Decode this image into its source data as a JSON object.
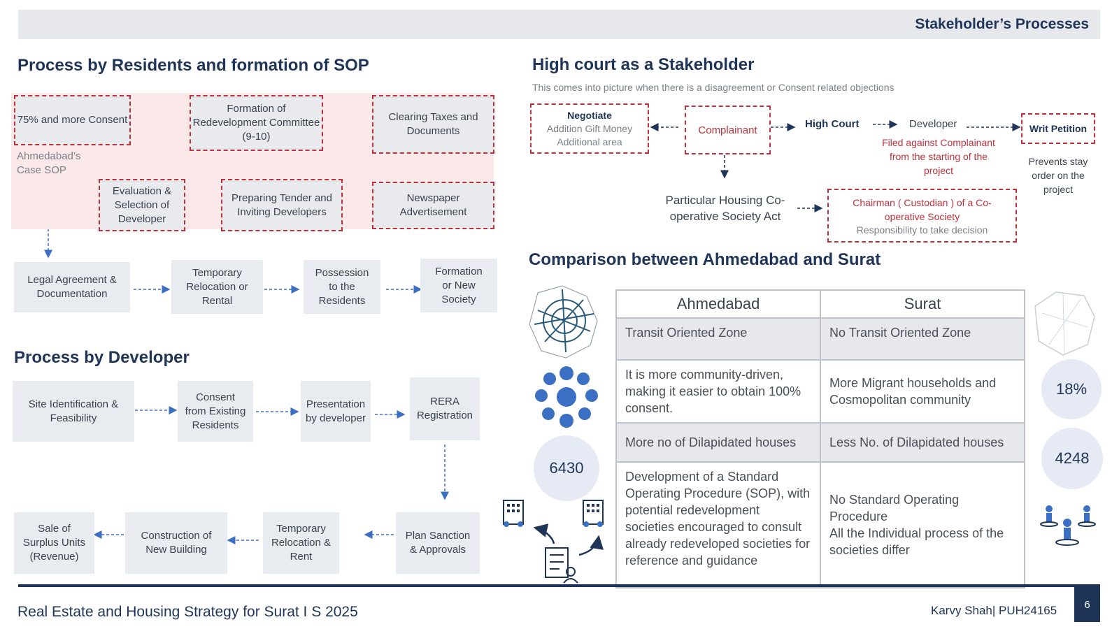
{
  "header": {
    "title": "Stakeholder’s Processes"
  },
  "residents": {
    "title": "Process by Residents and formation of SOP",
    "note": "Ahmedabad’s Case SOP",
    "steps": [
      "75% and more Consent",
      "Formation of Redevelopment Committee (9-10)",
      "Clearing Taxes and Documents",
      "Newspaper Advertisement",
      "Preparing Tender and Inviting Developers",
      "Evaluation & Selection of Developer",
      "Legal Agreement & Documentation",
      "Temporary Relocation or Rental",
      "Possession to the Residents",
      "Formation or New Society"
    ]
  },
  "developer": {
    "title": "Process by Developer",
    "steps": [
      "Site Identification & Feasibility",
      "Consent from Existing Residents",
      "Presentation by developer",
      "RERA Registration",
      "Plan Sanction & Approvals",
      "Temporary Relocation & Rent",
      "Construction of New Building",
      "Sale of Surplus Units (Revenue)"
    ]
  },
  "court": {
    "title": "High court as a Stakeholder",
    "subtitle": "This comes into picture when there is a disagreement or Consent related objections",
    "negotiate": {
      "title": "Negotiate",
      "line1": "Addition Gift Money",
      "line2": "Additional area"
    },
    "complainant": "Complainant",
    "high_court": "High Court",
    "developer": "Developer",
    "developer_note": "Filed against Complainant from the starting of the project",
    "writ": "Writ Petition",
    "writ_note": "Prevents stay order on the project",
    "act": "Particular Housing Co-operative Society Act",
    "chairman": "Chairman ( Custodian ) of a Co-operative Society",
    "chairman_note": "Responsibility to take decision"
  },
  "comparison": {
    "title": "Comparison between Ahmedabad and Surat",
    "headers": [
      "Ahmedabad",
      "Surat"
    ],
    "rows": [
      [
        "Transit Oriented Zone",
        "No Transit Oriented Zone"
      ],
      [
        "It is more community-driven, making it easier to obtain 100% consent.",
        "More Migrant households  and Cosmopolitan community"
      ],
      [
        "More no of Dilapidated houses",
        "Less No. of Dilapidated houses"
      ],
      [
        "Development of a Standard Operating Procedure (SOP), with potential redevelopment societies encouraged to consult already redeveloped societies for reference and guidance",
        "No Standard Operating Procedure\nAll the Individual process of the societies differ"
      ]
    ],
    "stats": {
      "ahmedabad_houses": "6430",
      "surat_percent": "18%",
      "surat_houses": "4248"
    }
  },
  "footer": {
    "title": "Real Estate and Housing Strategy for Surat I S 2025",
    "author": "Karvy Shah| PUH24165",
    "page": "6"
  },
  "colors": {
    "navy": "#1f3558",
    "red": "#c0323a",
    "arrow": "#3b6fc4",
    "pink": "#fbe8e8",
    "grey_box": "#e8ebef"
  }
}
